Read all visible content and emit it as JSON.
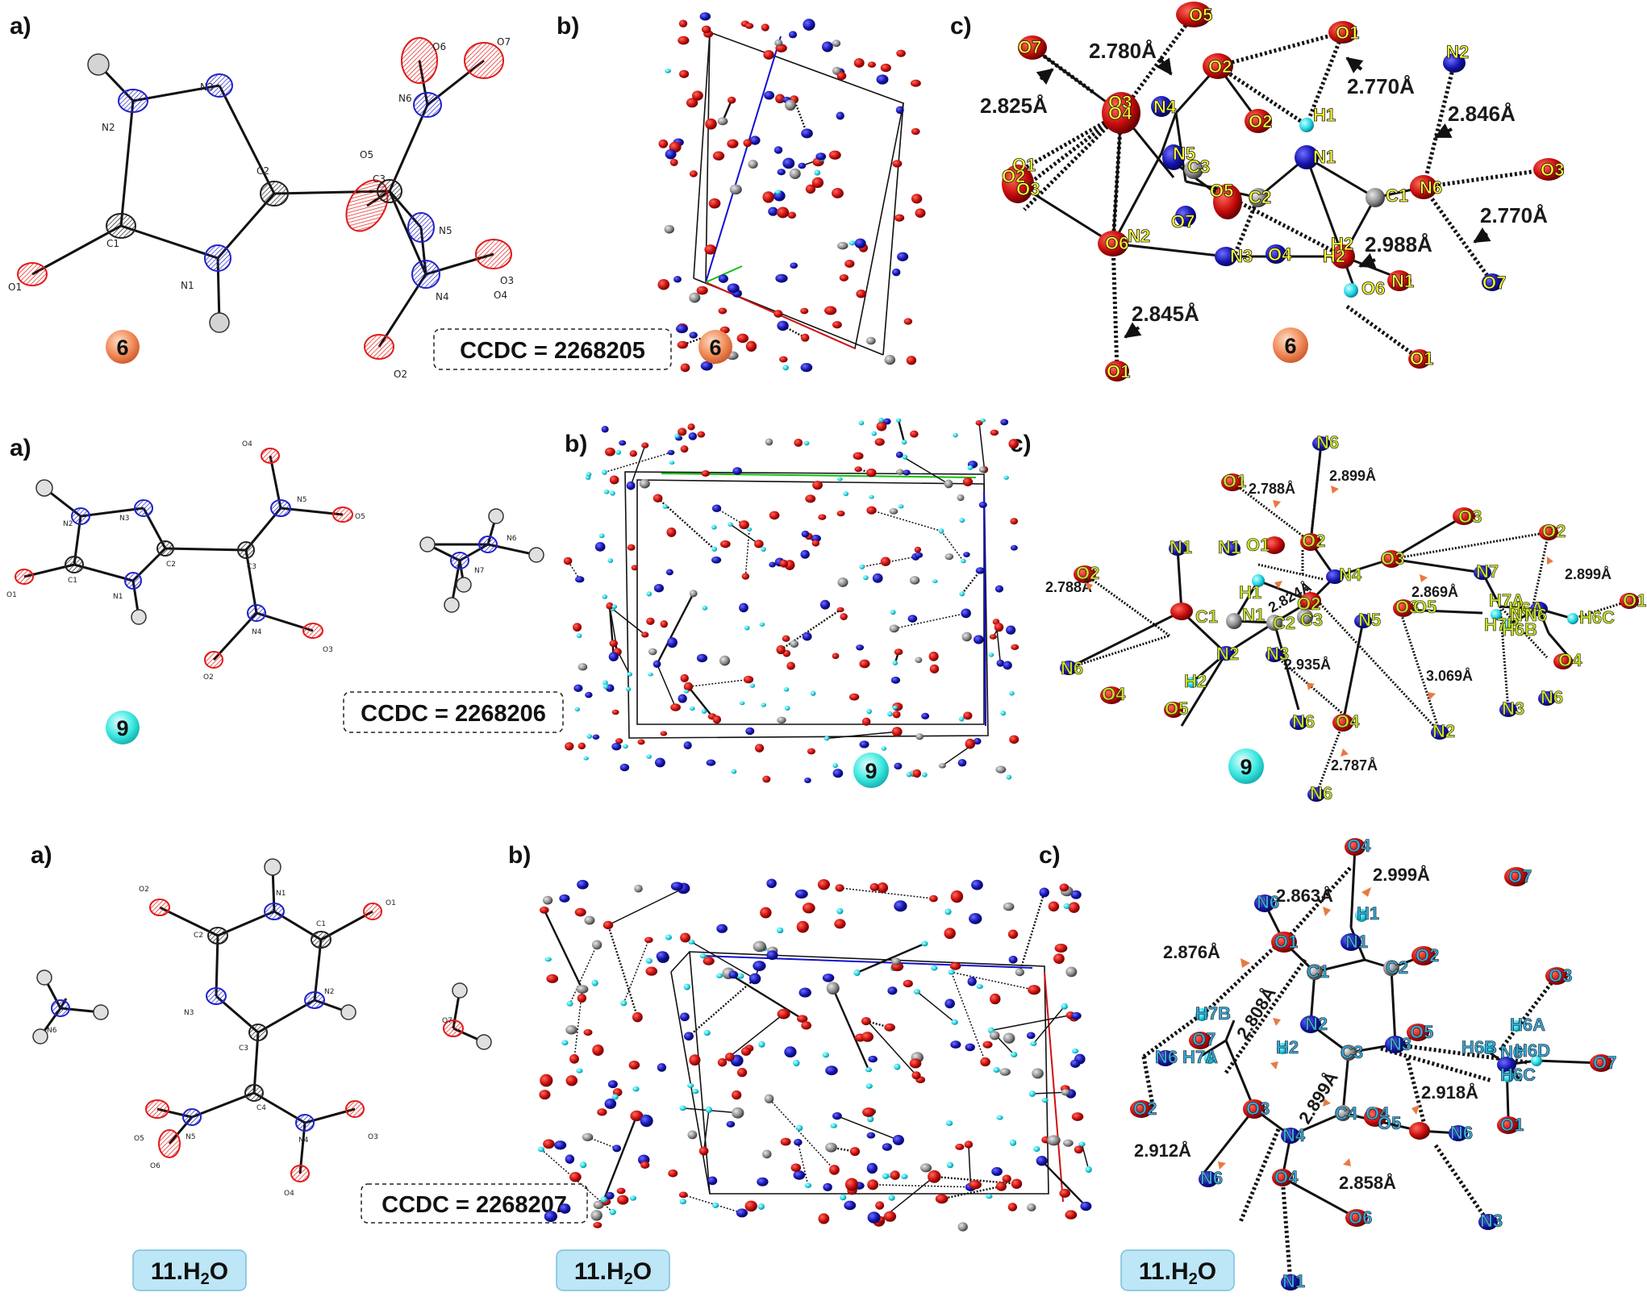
{
  "panel_labels": {
    "a": "a)",
    "b": "b)",
    "c": "c)"
  },
  "rows": [
    {
      "compound": "6",
      "ccdc": "CCDC = 2268205",
      "a_atoms": [
        "N3",
        "N2",
        "C2",
        "C1",
        "N1",
        "O1",
        "O5",
        "C3",
        "N6",
        "O6",
        "O7",
        "N5",
        "N4",
        "O3",
        "O4",
        "O2"
      ],
      "c_atoms": [
        "O7",
        "O5",
        "O1",
        "N2",
        "O3",
        "O4",
        "O2",
        "N4",
        "O2",
        "H1",
        "N5",
        "C3",
        "N1",
        "O1",
        "O2",
        "O3",
        "O5",
        "C2",
        "C1",
        "O3",
        "N6",
        "O7",
        "O6",
        "N2",
        "N3",
        "O4",
        "H2",
        "H2",
        "O6",
        "N1",
        "O7",
        "O1"
      ],
      "c_distances": [
        "2.780Å",
        "2.825Å",
        "2.770Å",
        "2.846Å",
        "2.770Å",
        "2.988Å",
        "2.845Å"
      ]
    },
    {
      "compound": "9",
      "ccdc": "CCDC = 2268206",
      "a_atoms": [
        "O4",
        "N3",
        "N2",
        "N5",
        "O5",
        "N6",
        "C2",
        "C3",
        "O1",
        "C1",
        "N1",
        "N7",
        "N4",
        "O3",
        "O2"
      ],
      "c_atoms": [
        "N6",
        "O1",
        "O3",
        "O2",
        "N1",
        "N1",
        "O1",
        "O2",
        "N4",
        "O3",
        "N7",
        "O2",
        "H7A",
        "H6A",
        "H1",
        "O2",
        "N1",
        "C1",
        "C2",
        "C3",
        "O3",
        "O5",
        "H7B",
        "N7",
        "N6",
        "H6C",
        "O1",
        "N6",
        "N2",
        "H2",
        "N3",
        "N5",
        "H6B",
        "O4",
        "O4",
        "O5",
        "N6",
        "O4",
        "N6",
        "N3",
        "N2",
        "N6"
      ],
      "c_distances": [
        "2.788Å",
        "2.899Å",
        "2.788Å",
        "2.824Å",
        "2.869Å",
        "2.899Å",
        "2.935Å",
        "3.069Å",
        "2.787Å"
      ]
    },
    {
      "compound": "11.H2O",
      "compound_main": "11.H",
      "compound_sub": "2",
      "compound_end": "O",
      "ccdc": "CCDC = 2268207",
      "a_atoms": [
        "N1",
        "O2",
        "C2",
        "C1",
        "O1",
        "N2",
        "N3",
        "N6",
        "O7",
        "C3",
        "C4",
        "N5",
        "O5",
        "O6",
        "N4",
        "O3",
        "O4"
      ],
      "c_atoms": [
        "O4",
        "N6",
        "H1",
        "O7",
        "O1",
        "N1",
        "C1",
        "C2",
        "O2",
        "O3",
        "H7B",
        "N2",
        "C3",
        "N3",
        "O5",
        "H6A",
        "O7",
        "H2",
        "H6B",
        "N6",
        "H6D",
        "O7",
        "N6",
        "H7A",
        "H6C",
        "O2",
        "C4",
        "O4",
        "O5",
        "N6",
        "O1",
        "O3",
        "N4",
        "N6",
        "O4",
        "O6",
        "N3",
        "N1"
      ],
      "c_distances": [
        "2.999Å",
        "2.863Å",
        "2.876Å",
        "2.808Å",
        "2.899Å",
        "2.918Å",
        "2.912Å",
        "2.858Å"
      ]
    }
  ],
  "colors": {
    "oxygen": "#cc1111",
    "nitrogen": "#1a1aa8",
    "carbon": "#8a8a8a",
    "hydrogen": "#20d8e8",
    "label_6": "#ffff33",
    "label_9": "#c8e028",
    "label_11": "#38a8d8",
    "badge_6": "#f08050",
    "badge_9": "#38e8e0",
    "badge_11": "#bde6f6"
  }
}
